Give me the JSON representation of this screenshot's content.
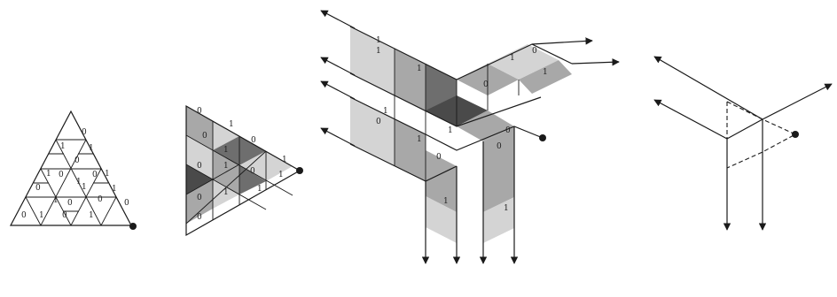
{
  "panels": [
    {
      "id": "a",
      "description_free": true,
      "labels": [
        "0",
        "1",
        "0",
        "1",
        "1",
        "0",
        "1",
        "0",
        "1",
        "0",
        "1",
        "0",
        "1",
        "0",
        "1",
        "0",
        "1",
        "0",
        "1",
        "0"
      ]
    },
    {
      "id": "b",
      "labels": [
        "0",
        "1",
        "0",
        "1",
        "0",
        "1",
        "0",
        "1",
        "0",
        "1",
        "0",
        "1",
        "1",
        "0"
      ]
    },
    {
      "id": "c",
      "labels": [
        "1",
        "1",
        "1",
        "1",
        "0",
        "1",
        "0",
        "1",
        "0",
        "1",
        "0",
        "1",
        "1",
        "0",
        "1",
        "0"
      ]
    },
    {
      "id": "d",
      "labels": []
    }
  ],
  "colors": {
    "ink": "#1a1a1a",
    "light": "#d4d4d4",
    "mid": "#a8a8a8",
    "dark": "#6e6e6e",
    "darker": "#4a4a4a"
  }
}
